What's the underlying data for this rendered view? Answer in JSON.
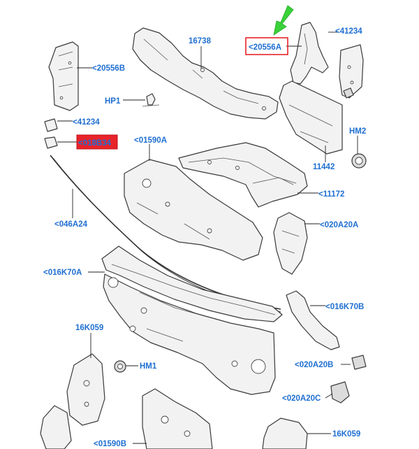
{
  "labels": {
    "l16738": "16738",
    "l20556A": "<20556A",
    "l41234a": "<41234",
    "l20556B": "<20556B",
    "lHP1": "HP1",
    "l41234b": "<41234",
    "l01590A": "<01590A",
    "lHM2": "HM2",
    "l11442": "11442",
    "l11172": "<11172",
    "l046A24": "<046A24",
    "l020A20A": "<020A20A",
    "l016K70A": "<016K70A",
    "l016K70B": "<016K70B",
    "l16K059a": "16K059",
    "lHM1": "HM1",
    "l020A20B": "<020A20B",
    "l020A20C": "<020A20C",
    "l01590B": "<01590B",
    "l16K059b": "16K059",
    "lRed": "<018B34"
  },
  "colors": {
    "label": "#1f6fd1",
    "highlight": "#e8232a",
    "arrow": "#3ad23a"
  }
}
